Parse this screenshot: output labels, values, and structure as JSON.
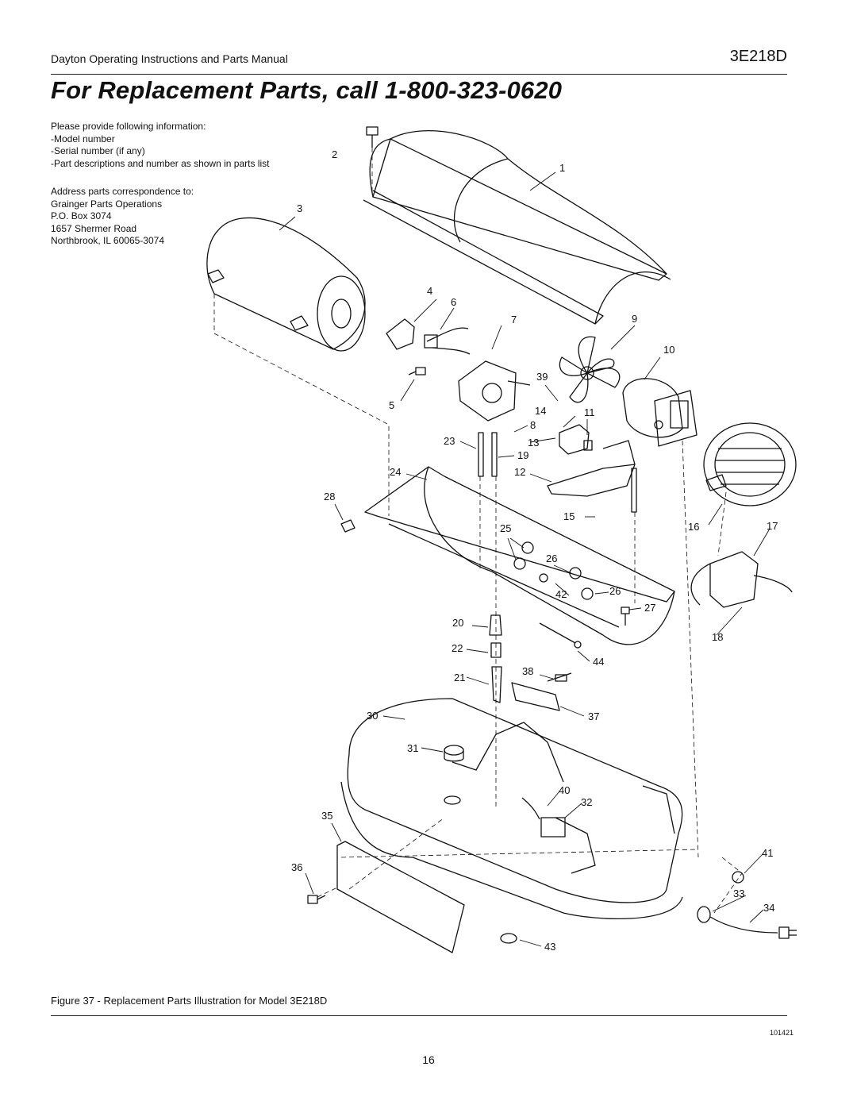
{
  "header": {
    "manual_title": "Dayton Operating Instructions and Parts Manual",
    "model": "3E218D"
  },
  "banner": {
    "title": "For Replacement Parts, call 1-800-323-0620"
  },
  "info": {
    "intro": "Please provide following information:",
    "items": [
      "-Model number",
      "-Serial number (if any)",
      "-Part descriptions and number as shown in parts list"
    ]
  },
  "address": {
    "intro": "Address parts correspondence to:",
    "lines": [
      "Grainger Parts Operations",
      "P.O. Box 3074",
      "1657 Shermer Road",
      "Northbrook, IL  60065-3074"
    ]
  },
  "diagram": {
    "callouts": [
      "1",
      "2",
      "3",
      "4",
      "5",
      "6",
      "7",
      "8",
      "9",
      "10",
      "11",
      "12",
      "13",
      "14",
      "15",
      "16",
      "17",
      "18",
      "19",
      "20",
      "21",
      "22",
      "23",
      "24",
      "25",
      "26",
      "26",
      "27",
      "28",
      "30",
      "31",
      "32",
      "33",
      "34",
      "35",
      "36",
      "37",
      "38",
      "39",
      "40",
      "41",
      "42",
      "43",
      "44"
    ]
  },
  "caption": "Figure 37 - Replacement Parts Illustration for Model 3E218D",
  "doc_number": "101421",
  "page_number": "16"
}
